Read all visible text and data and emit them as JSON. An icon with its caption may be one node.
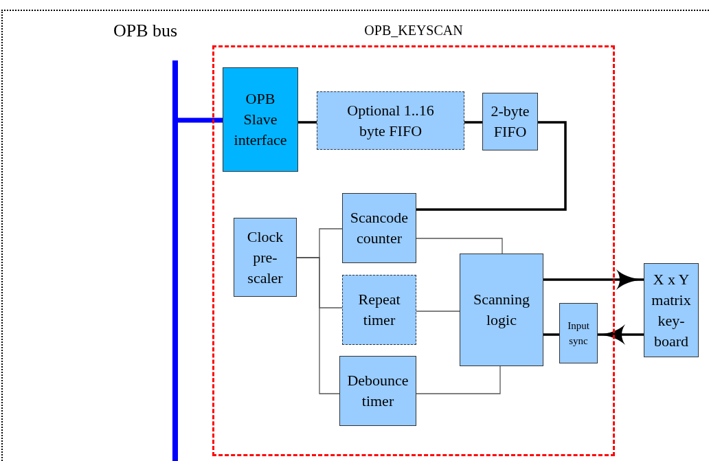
{
  "diagram": {
    "nodes": [
      {
        "text": [
          "OPB bus"
        ]
      },
      {
        "text": [
          "OPB_KEYSCAN"
        ]
      },
      {
        "text": [
          "OPB Slave interface"
        ],
        "in": 1
      },
      {
        "text": [
          "Optional 1..16 byte FIFO"
        ],
        "in": 1
      },
      {
        "text": [
          "2-byte FIFO"
        ],
        "in": 1
      },
      {
        "text": [
          "Scancode counter"
        ],
        "in": 1
      },
      {
        "text": [
          "Clock pre-scaler"
        ],
        "in": 1
      },
      {
        "text": [
          "Repeat timer"
        ],
        "in": 1
      },
      {
        "text": [
          "Scanning logic"
        ],
        "in": 1
      },
      {
        "text": [
          "Input sync"
        ],
        "in": 1
      },
      {
        "text": [
          "Debounce timer"
        ],
        "in": 1
      },
      {
        "text": [
          "X x Y matrix key-board"
        ]
      }
    ],
    "edges": [
      {
        "from": 0,
        "to": 2,
        "arrow": "none",
        "style": "thick",
        "color": "#0000ff"
      },
      {
        "from": 2,
        "to": 3,
        "arrow": "none"
      },
      {
        "from": 3,
        "to": 4,
        "arrow": "none"
      },
      {
        "from": 4,
        "to": 5,
        "arrow": "none"
      },
      {
        "from": 6,
        "to": 5,
        "arrow": "none",
        "color": "#555555"
      },
      {
        "from": 6,
        "to": 7,
        "arrow": "none",
        "color": "#555555"
      },
      {
        "from": 6,
        "to": 10,
        "arrow": "none",
        "color": "#555555"
      },
      {
        "from": 5,
        "to": 8,
        "arrow": "none",
        "color": "#555555"
      },
      {
        "from": 7,
        "to": 8,
        "arrow": "none",
        "color": "#555555"
      },
      {
        "from": 10,
        "to": 8,
        "arrow": "none",
        "color": "#555555"
      },
      {
        "from": 8,
        "to": 11,
        "arrow": "to"
      },
      {
        "from": 11,
        "to": 9,
        "arrow": "to"
      },
      {
        "from": 9,
        "to": 8,
        "arrow": "none"
      }
    ]
  }
}
